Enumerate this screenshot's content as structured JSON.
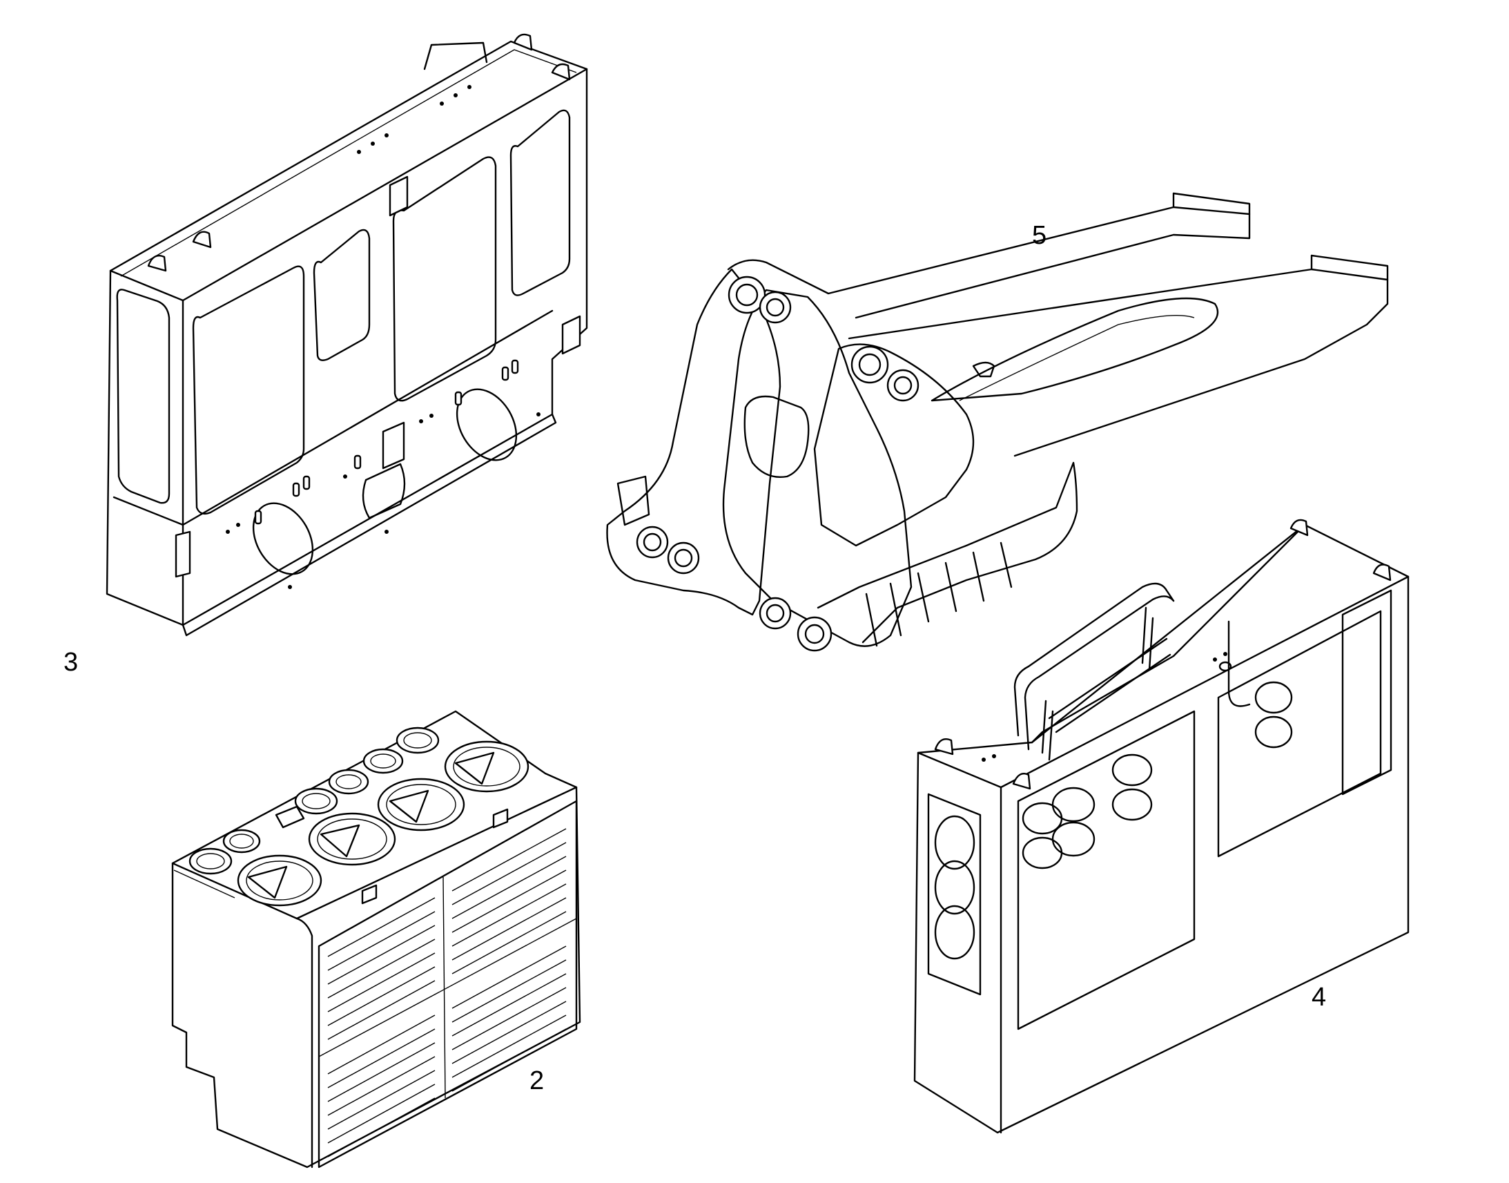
{
  "callouts": [
    {
      "id": "frame-3",
      "text": "3"
    },
    {
      "id": "arm-5",
      "text": "5"
    },
    {
      "id": "tank-2",
      "text": "2"
    },
    {
      "id": "frame-4",
      "text": "4"
    }
  ]
}
